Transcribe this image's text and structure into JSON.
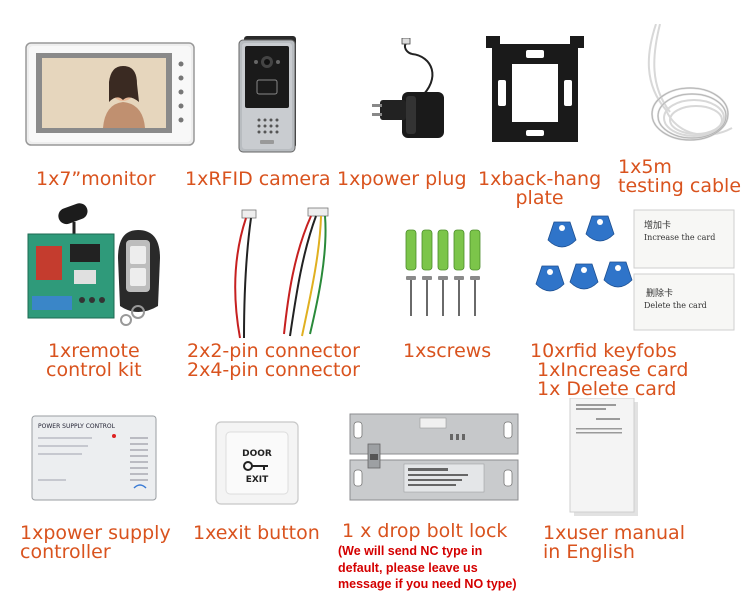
{
  "items": [
    {
      "caption": [
        "1x7”monitor"
      ],
      "icon": "monitor-icon"
    },
    {
      "caption": [
        "1xRFID camera"
      ],
      "icon": "camera-icon"
    },
    {
      "caption": [
        "1xpower plug"
      ],
      "icon": "power-plug-icon"
    },
    {
      "caption": [
        "1xback-hang",
        "plate"
      ],
      "icon": "back-plate-icon"
    },
    {
      "caption": [
        "1x5m",
        "testing cable"
      ],
      "icon": "cable-icon"
    },
    {
      "caption": [
        "1xremote",
        "control kit"
      ],
      "icon": "remote-icon"
    },
    {
      "caption": [
        "2x2-pin connector",
        "2x4-pin connector"
      ],
      "icon": "connector-icon"
    },
    {
      "caption": [
        "1xscrews"
      ],
      "icon": "screws-icon"
    },
    {
      "caption": [
        "10xrfid keyfobs",
        "1xIncrease card",
        "1x Delete card"
      ],
      "icon": "keyfob-icon"
    },
    {
      "caption": [
        "1xpower supply",
        "controller"
      ],
      "icon": "power-supply-icon"
    },
    {
      "caption": [
        "1xexit button"
      ],
      "icon": "exit-button-icon"
    },
    {
      "caption": [
        "1 x drop bolt lock"
      ],
      "icon": "bolt-lock-icon"
    },
    {
      "caption": [
        "1xuser manual",
        "in English"
      ],
      "icon": "manual-icon"
    }
  ],
  "bolt_note": [
    "(We will send NC type in",
    "default, please leave us",
    "message if you need NO type)"
  ],
  "product_labels": {
    "exit_door": "DOOR",
    "exit_exit": "EXIT",
    "psu_title": "POWER SUPPLY CONTROL",
    "card_increase_cn": "增加卡",
    "card_increase_en": "Increase the card",
    "card_delete_cn": "删除卡",
    "card_delete_en": "Delete the card"
  },
  "colors": {
    "caption": "#d9531e",
    "note": "#d40000"
  }
}
